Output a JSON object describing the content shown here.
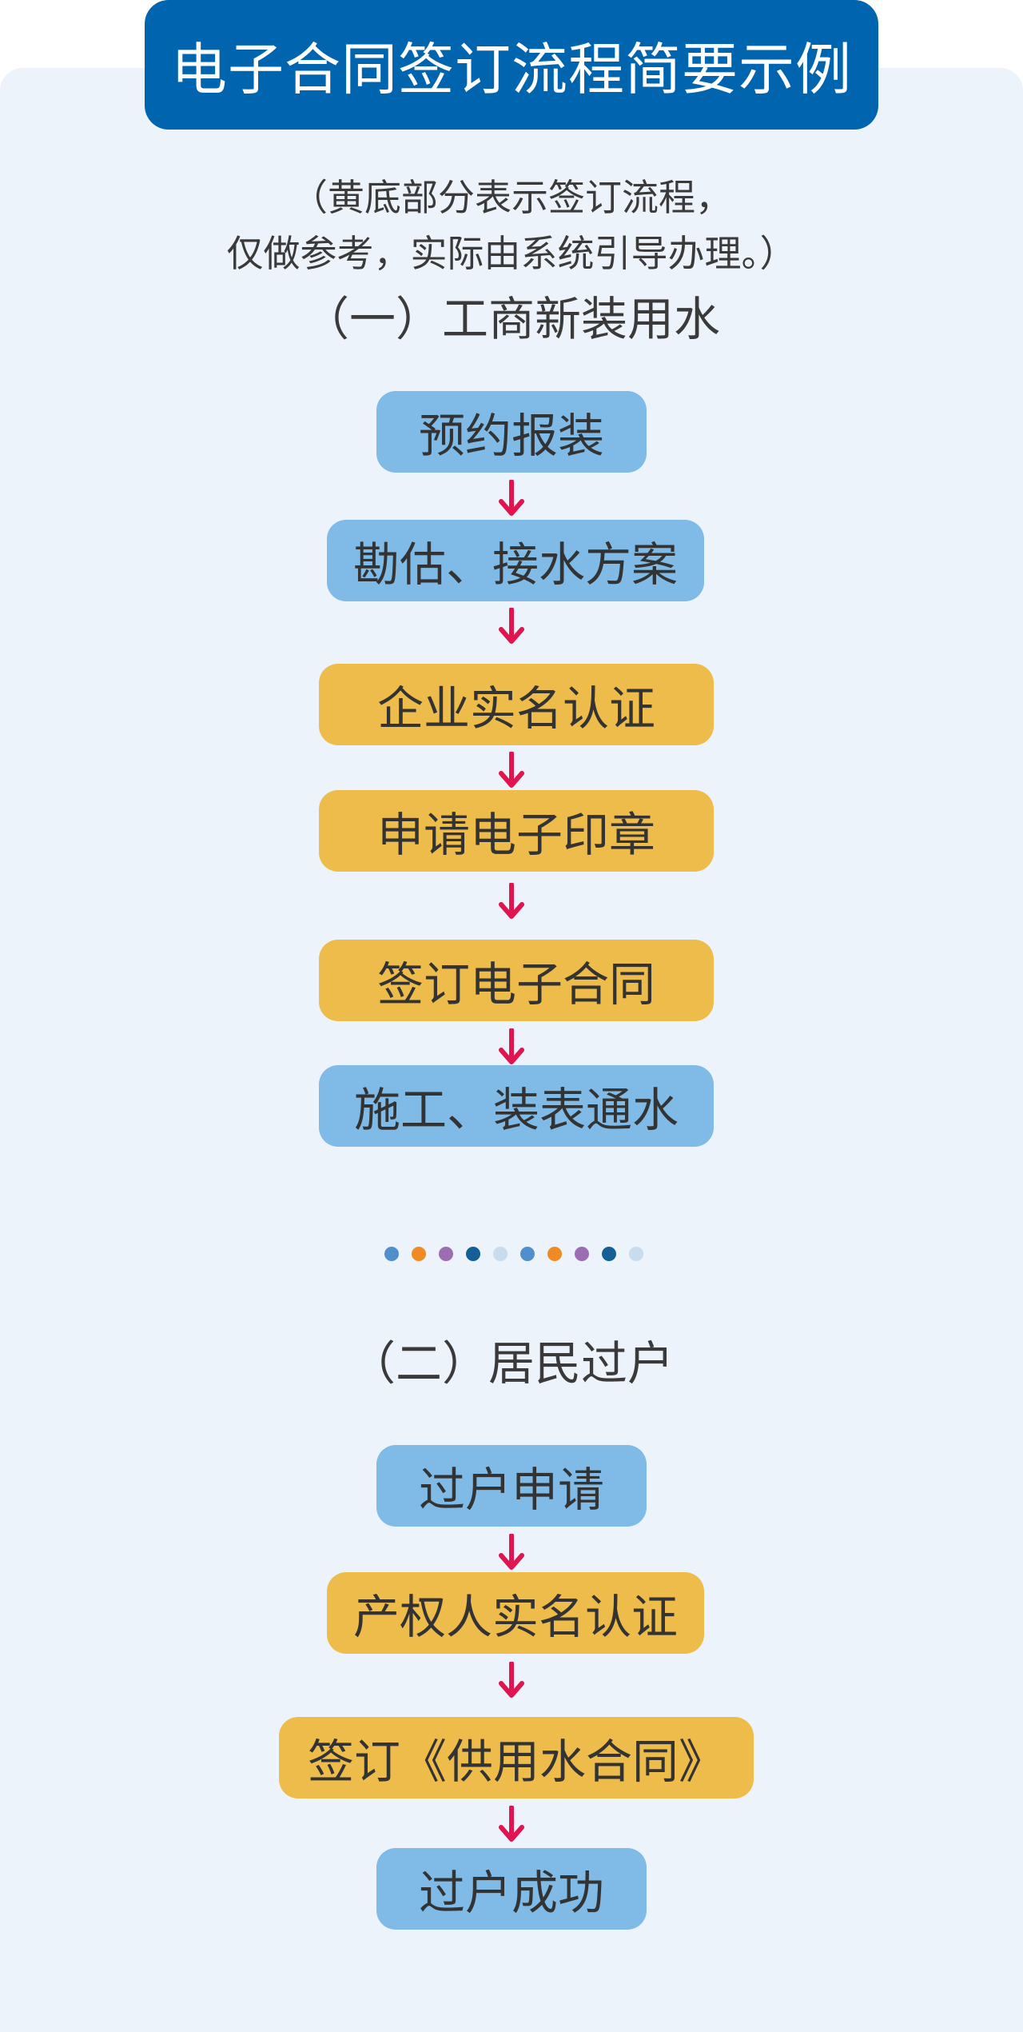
{
  "title": "电子合同签订流程简要示例",
  "note": {
    "line1": "（黄底部分表示签订流程，",
    "line2": "仅做参考，实际由系统引导办理。）"
  },
  "section1": {
    "title": "（一）工商新装用水",
    "steps": [
      {
        "label": "预约报装",
        "style": "blue"
      },
      {
        "label": "勘估、接水方案",
        "style": "blue"
      },
      {
        "label": "企业实名认证",
        "style": "yellow"
      },
      {
        "label": "申请电子印章",
        "style": "yellow"
      },
      {
        "label": "签订电子合同",
        "style": "yellow"
      },
      {
        "label": "施工、装表通水",
        "style": "blue"
      }
    ]
  },
  "divider": {
    "dot_colors": [
      "#4f8fcd",
      "#f08a24",
      "#9b6db2",
      "#135f96",
      "#c7dcef",
      "#4f8fcd",
      "#f08a24",
      "#9b6db2",
      "#135f96",
      "#c7dcef"
    ]
  },
  "section2": {
    "title": "（二）居民过户",
    "steps": [
      {
        "label": "过户申请",
        "style": "blue"
      },
      {
        "label": "产权人实名认证",
        "style": "yellow"
      },
      {
        "label": "签订《供用水合同》",
        "style": "yellow"
      },
      {
        "label": "过户成功",
        "style": "blue"
      }
    ]
  },
  "colors": {
    "title_banner": "#0064ae",
    "panel_background": "#edf3fa",
    "step_blue": "#7fbbe6",
    "step_yellow": "#eebc4b",
    "arrow": "#e0154f"
  }
}
